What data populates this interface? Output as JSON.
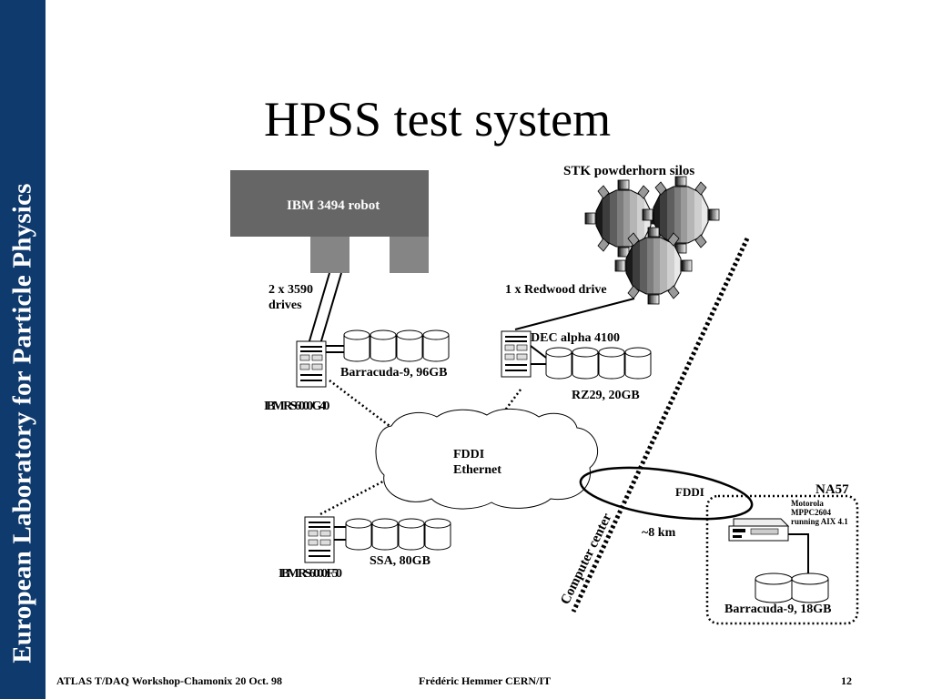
{
  "sidebar": {
    "text": "European Laboratory for Particle Physics"
  },
  "slide": {
    "title": "HPSS test system",
    "page_number": "12"
  },
  "labels": {
    "robot": "IBM 3494 robot",
    "silos": "STK powderhorn silos",
    "drives_line1": "2 x 3590",
    "drives_line2": "drives",
    "redwood": "1 x Redwood drive",
    "dec_alpha": "DEC alpha 4100",
    "barracuda_96": "Barracuda-9, 96GB",
    "rz29": "RZ29, 20GB",
    "ibm_g40": "IBM RS6000/G40",
    "fddi_cloud_1": "FDDI",
    "fddi_cloud_2": "Ethernet",
    "fddi_link": "FDDI",
    "na57": "NA57",
    "motorola_1": "Motorola",
    "motorola_2": "MPPC2604",
    "motorola_3": "running AIX 4.1",
    "distance": "~8 km",
    "computer_center": "Computer center",
    "ssa": "SSA, 80GB",
    "ibm_f50": "IBM RS6000/F50",
    "barracuda_18": "Barracuda-9, 18GB"
  },
  "footer": {
    "left": "ATLAS T/DAQ Workshop-Chamonix 20 Oct. 98",
    "center": "Frédéric Hemmer CERN/IT"
  },
  "colors": {
    "sidebar": "#0e3a6e",
    "robot": "#666666",
    "robot_drives": "#858585"
  }
}
